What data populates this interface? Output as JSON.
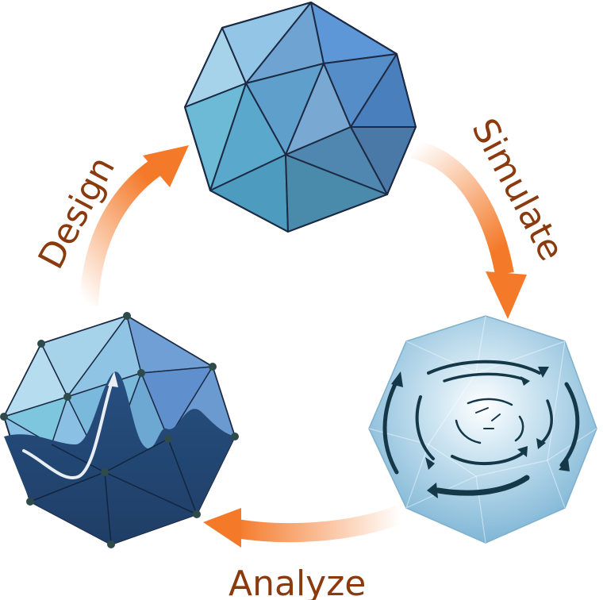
{
  "labels": {
    "design": "Design",
    "simulate": "Simulate",
    "analyze": "Analyze"
  },
  "colors": {
    "arrow": "#f47a2a",
    "label": "#8a3a0c",
    "mesh_stroke": "#1c2a44",
    "node": "#2f4a4a"
  },
  "nodes": [
    {
      "name": "design-polyhedron",
      "icon": "icosahedron-mesh-icon"
    },
    {
      "name": "simulation-flow-polyhedron",
      "icon": "vortex-flow-icon"
    },
    {
      "name": "analysis-plot-polyhedron",
      "icon": "mesh-with-curve-icon"
    }
  ]
}
